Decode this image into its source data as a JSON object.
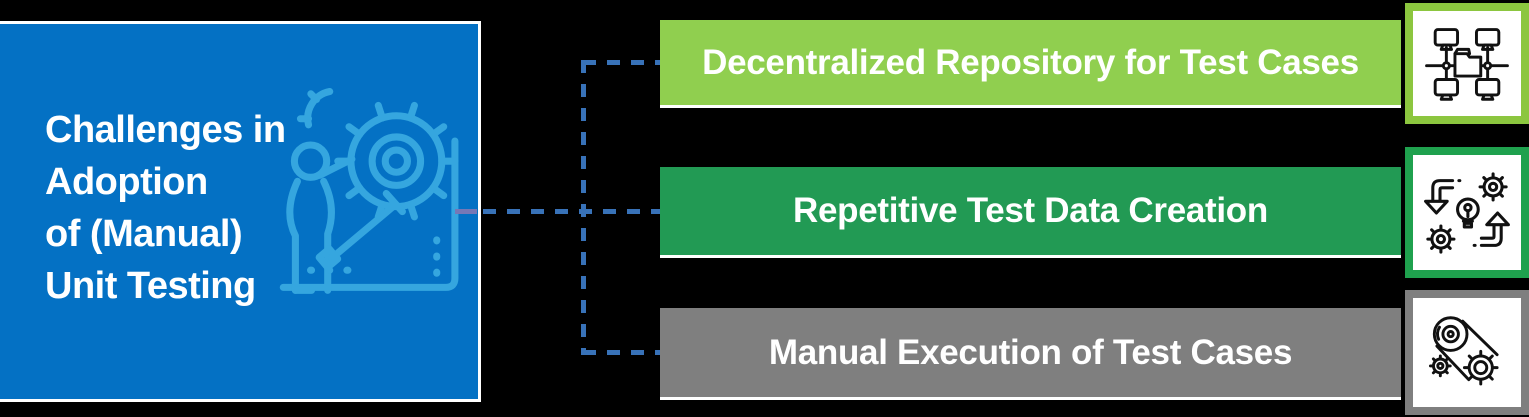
{
  "background_color": "#000000",
  "challenge_box": {
    "title_lines": [
      "Challenges in",
      "Adoption",
      "of (Manual)",
      "Unit Testing"
    ],
    "fill_color": "#0471C4",
    "border_color": "#FFFFFF",
    "text_color": "#FFFFFF",
    "icon": "person-adjusting-gears-icon",
    "icon_color": "#35A6DF"
  },
  "connector": {
    "style": "dashed",
    "color": "#3872B8",
    "stub_color": "#7678B6"
  },
  "challenges": [
    {
      "label": "Decentralized Repository for Test Cases",
      "bar_color": "#90CF4F",
      "text_color": "#FFFFFF",
      "icon": "networked-folder-icon",
      "icon_frame_color": "#8CC63F"
    },
    {
      "label": "Repetitive Test Data Creation",
      "bar_color": "#229A54",
      "text_color": "#FFFFFF",
      "icon": "process-lightbulb-gears-icon",
      "icon_frame_color": "#1FA14E"
    },
    {
      "label": "Manual Execution of Test Cases",
      "bar_color": "#7F7F7F",
      "text_color": "#FFFFFF",
      "icon": "belt-driven-gears-icon",
      "icon_frame_color": "#7F7F7F"
    }
  ]
}
